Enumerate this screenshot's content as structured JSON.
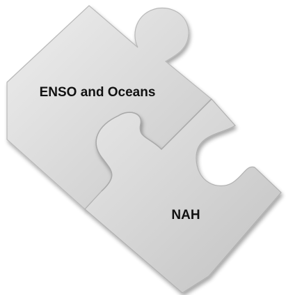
{
  "diagram": {
    "type": "puzzle-pieces",
    "pieces": [
      {
        "label": "ENSO and Oceans",
        "color": "#d6d6d6"
      },
      {
        "label": "NAH",
        "color": "#d6d6d6"
      }
    ],
    "colors": {
      "piece_fill": "#d6d6d6",
      "piece_highlight": "#ececec",
      "piece_edge": "#b5b5b5",
      "background": "#ffffff"
    }
  }
}
